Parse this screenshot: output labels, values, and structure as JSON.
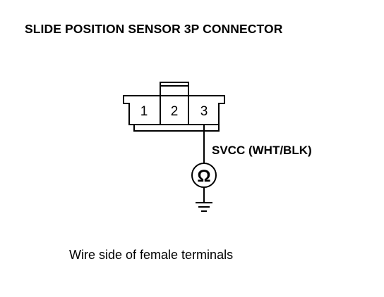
{
  "title": "SLIDE POSITION SENSOR 3P CONNECTOR",
  "connector": {
    "pins": [
      "1",
      "2",
      "3"
    ]
  },
  "wire": {
    "label": "SVCC (WHT/BLK)"
  },
  "meter": {
    "symbol": "Ω",
    "icon": "ohmmeter-icon"
  },
  "ground": {
    "icon": "ground-icon"
  },
  "caption": "Wire side of female terminals",
  "colors": {
    "line": "#000000",
    "background": "#ffffff"
  }
}
